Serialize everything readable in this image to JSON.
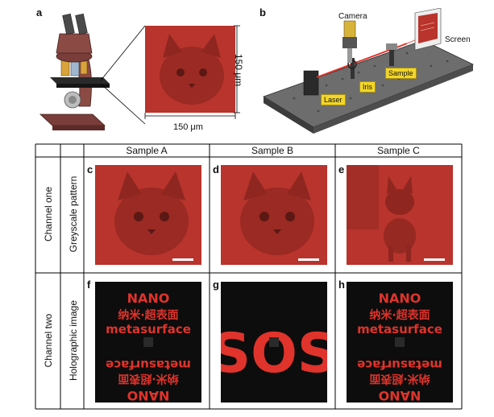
{
  "panels": {
    "a": "a",
    "b": "b",
    "c": "c",
    "d": "d",
    "e": "e",
    "f": "f",
    "g": "g",
    "h": "h"
  },
  "panel_a": {
    "height_label": "150 μm",
    "width_label": "150 μm"
  },
  "panel_b": {
    "camera": "Camera",
    "screen": "Screen",
    "sample": "Sample",
    "iris": "Iris",
    "laser": "Laser"
  },
  "table": {
    "columns": [
      "Sample A",
      "Sample B",
      "Sample C"
    ],
    "rows": [
      {
        "channel": "Channel one",
        "type": "Greyscale pattern"
      },
      {
        "channel": "Channel two",
        "type": "Holographic image"
      }
    ]
  },
  "holograms": {
    "line1": "NANO",
    "line2": "纳米·超表面",
    "line3": "metasurface",
    "sos": "SOS"
  },
  "colors": {
    "sample_red": "#b8342c",
    "holo_red": "#e0332b",
    "holo_bg": "#0d0d0d",
    "table_line": "#000000"
  }
}
